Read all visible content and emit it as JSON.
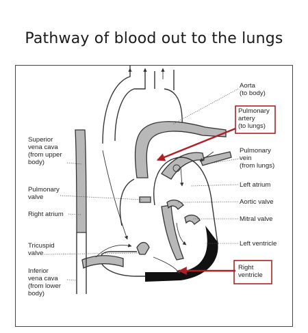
{
  "title": "Pathway of blood out to the lungs",
  "labels": {
    "aorta": [
      "Aorta",
      "(to body)"
    ],
    "pulmonary_artery": [
      "Pulmonary",
      "artery",
      "(to lungs)"
    ],
    "superior_vena_cava": [
      "Superior",
      "vena cava",
      "(from upper",
      "body)"
    ],
    "pulmonary_vein": [
      "Pulmonary",
      "vein",
      "(from lungs)"
    ],
    "left_atrium": "Left atrium",
    "pulmonary_valve": [
      "Pulmonary",
      "valve"
    ],
    "aortic_valve": "Aortic valve",
    "right_atrium": "Right atrium",
    "mitral_valve": "Mitral valve",
    "left_ventricle": "Left ventricle",
    "tricuspid_valve": [
      "Tricuspid",
      "valve"
    ],
    "right_ventricle": [
      "Right",
      "ventricle"
    ],
    "inferior_vena_cava": [
      "Inferior",
      "vena cava",
      "(from lower",
      "body)"
    ]
  },
  "colors": {
    "highlight": "#b01e23",
    "wall": "#111111",
    "tissue": "#b8b8b8"
  }
}
